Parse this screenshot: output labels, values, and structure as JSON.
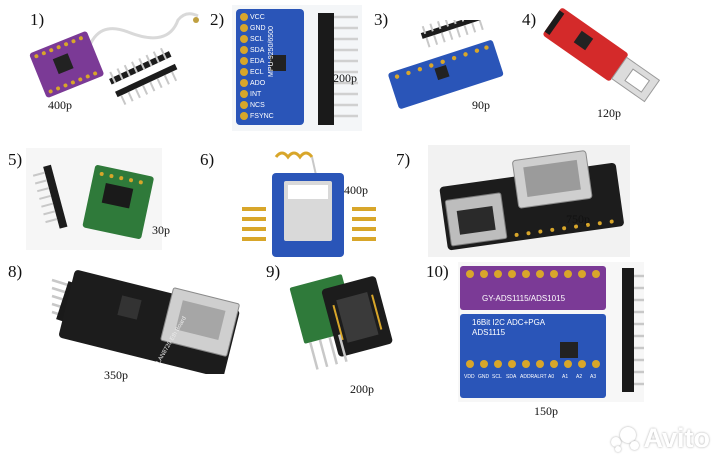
{
  "items": [
    {
      "number": "1)",
      "price": "400p"
    },
    {
      "number": "2)",
      "price": "200p"
    },
    {
      "number": "3)",
      "price": "90p"
    },
    {
      "number": "4)",
      "price": "120p"
    },
    {
      "number": "5)",
      "price": "30p"
    },
    {
      "number": "6)",
      "price": "400p"
    },
    {
      "number": "7)",
      "price": "750p"
    },
    {
      "number": "8)",
      "price": "350p"
    },
    {
      "number": "9)",
      "price": "200p"
    },
    {
      "number": "10)",
      "price": "150p"
    }
  ],
  "board_labels": {
    "mpu_pins": [
      "VCC",
      "GND",
      "SCL",
      "SDA",
      "EDA",
      "ECL",
      "ADO",
      "INT",
      "NCS",
      "FSYNC"
    ],
    "mpu_title": "MPU-9250/6500",
    "lan_label": "LAN8720 Eth Board",
    "ads_top": "GY-ADS1115/ADS1015",
    "ads_title": "16Bit I2C ADC+PGA",
    "ads_part": "ADS1115",
    "ads_pins": [
      "VDD",
      "GND",
      "SCL",
      "SDA",
      "ADDR",
      "ALRT",
      "A0",
      "A1",
      "A2",
      "A3"
    ]
  },
  "watermark": "Avito",
  "colors": {
    "purple_board": "#7b3a96",
    "blue_board": "#2a55b8",
    "red_board": "#d42a2a",
    "green_board": "#2f7a3a",
    "black_board": "#1c1c1c",
    "header_gold": "#d8a62a"
  }
}
